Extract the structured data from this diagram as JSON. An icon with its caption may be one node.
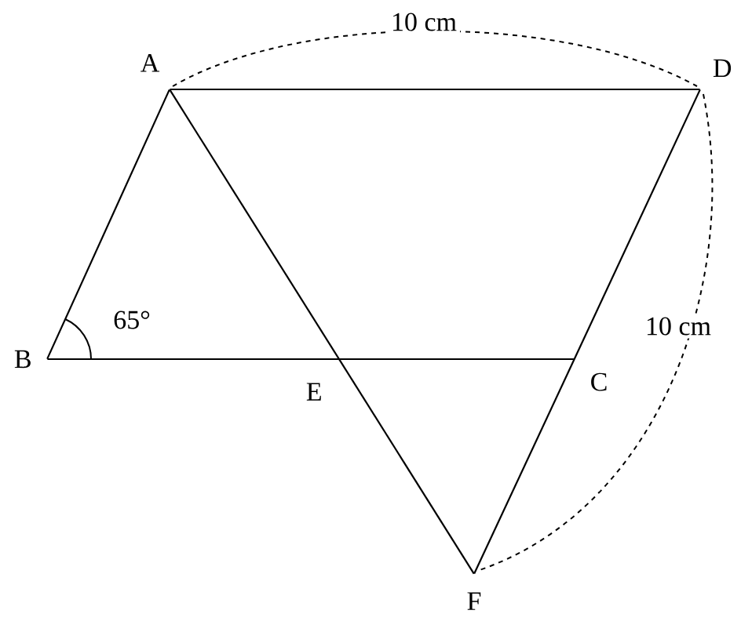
{
  "diagram": {
    "nodes": [
      {
        "text": [
          "A"
        ]
      },
      {
        "text": [
          "D"
        ]
      },
      {
        "text": [
          "B"
        ]
      },
      {
        "text": [
          "E"
        ]
      },
      {
        "text": [
          "C"
        ]
      },
      {
        "text": [
          "F"
        ]
      }
    ],
    "edges": [
      {
        "from": 0,
        "to": 1,
        "arrow": "none"
      },
      {
        "from": 0,
        "to": 2,
        "arrow": "none"
      },
      {
        "from": 2,
        "to": 4,
        "arrow": "none"
      },
      {
        "from": 0,
        "to": 5,
        "arrow": "none"
      },
      {
        "from": 1,
        "to": 5,
        "arrow": "none"
      }
    ],
    "labels": [
      "10 cm",
      "65°",
      "10 cm"
    ]
  }
}
